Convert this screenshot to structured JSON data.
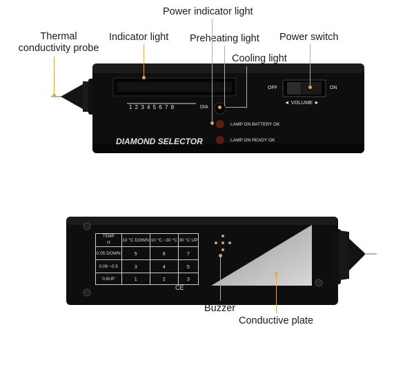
{
  "callouts": {
    "thermal_probe": "Thermal\nconductivity probe",
    "indicator_light": "Indicator light",
    "power_indicator_light": "Power indicator light",
    "preheating_light": "Preheating light",
    "cooling_light": "Cooling light",
    "power_switch": "Power switch",
    "buzzer": "Buzzer",
    "conductive_plate": "Conductive plate"
  },
  "device_front": {
    "brand_label": "DIAMOND SELECTOR",
    "scale_numbers": [
      "1",
      "2",
      "3",
      "4",
      "5",
      "6",
      "7",
      "8"
    ],
    "dia_label": "DIA",
    "switch_off": "OFF",
    "switch_on": "ON",
    "volume_label": "VOLUME",
    "lamp_battery": "LAMP ON BATTERY OK",
    "lamp_ready": "LAMP ON READY OK"
  },
  "device_back": {
    "table_header": [
      "TEMP",
      "10 °C DOWN",
      "10 °C ~30 °C",
      "30 °C UP"
    ],
    "table_corner_sub": "ct",
    "table_rows": [
      {
        "label": "0.05 DOWN",
        "values": [
          "5",
          "6",
          "7"
        ]
      },
      {
        "label": "0.06 ~0.5",
        "values": [
          "3",
          "4",
          "5"
        ]
      },
      {
        "label": "0.6UP",
        "values": [
          "1",
          "2",
          "3"
        ]
      }
    ],
    "ce_mark": "CE"
  },
  "colors": {
    "leader": "#e3a64a",
    "device_body": "#0d0d0d",
    "plate": "#c8c8c8"
  }
}
